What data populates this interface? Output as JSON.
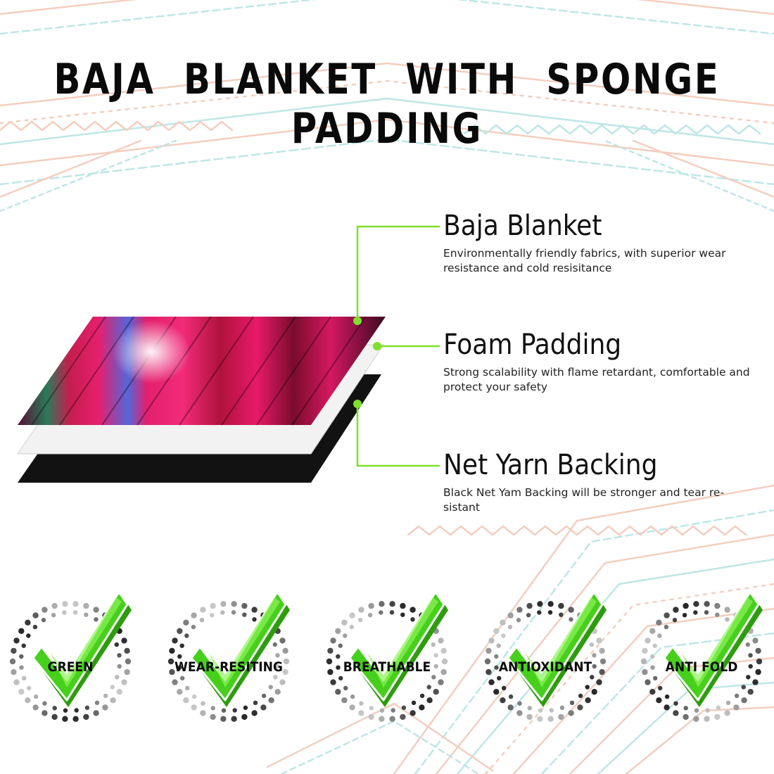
{
  "title": "BAJA BLANKET WITH SPONGE PADDING",
  "layers": [
    {
      "name": "Baja Blanket",
      "description": "Environmentally friendly fabrics, with superior wear resistance and cold resisitance"
    },
    {
      "name": "Foam Padding",
      "description": "Strong scalability with flame retardant, comfortable and protect your safety"
    },
    {
      "name": "Net Yarn Backing",
      "description": "Black Net Yam Backing will be stronger and tear re-sistant"
    }
  ],
  "features": [
    {
      "label": "GREEN"
    },
    {
      "label": "WEAR-RESITING"
    },
    {
      "label": "BREATHABLE"
    },
    {
      "label": "ANTIOXIDANT"
    },
    {
      "label": "ANTI  FOLD"
    }
  ],
  "colors": {
    "callout": "#7ee02a",
    "check": "#46d01c",
    "pattern_pink": "#f2c6b4",
    "pattern_teal": "#b4e2e2"
  },
  "icons": {
    "feature": "green-checkmark-icon"
  }
}
